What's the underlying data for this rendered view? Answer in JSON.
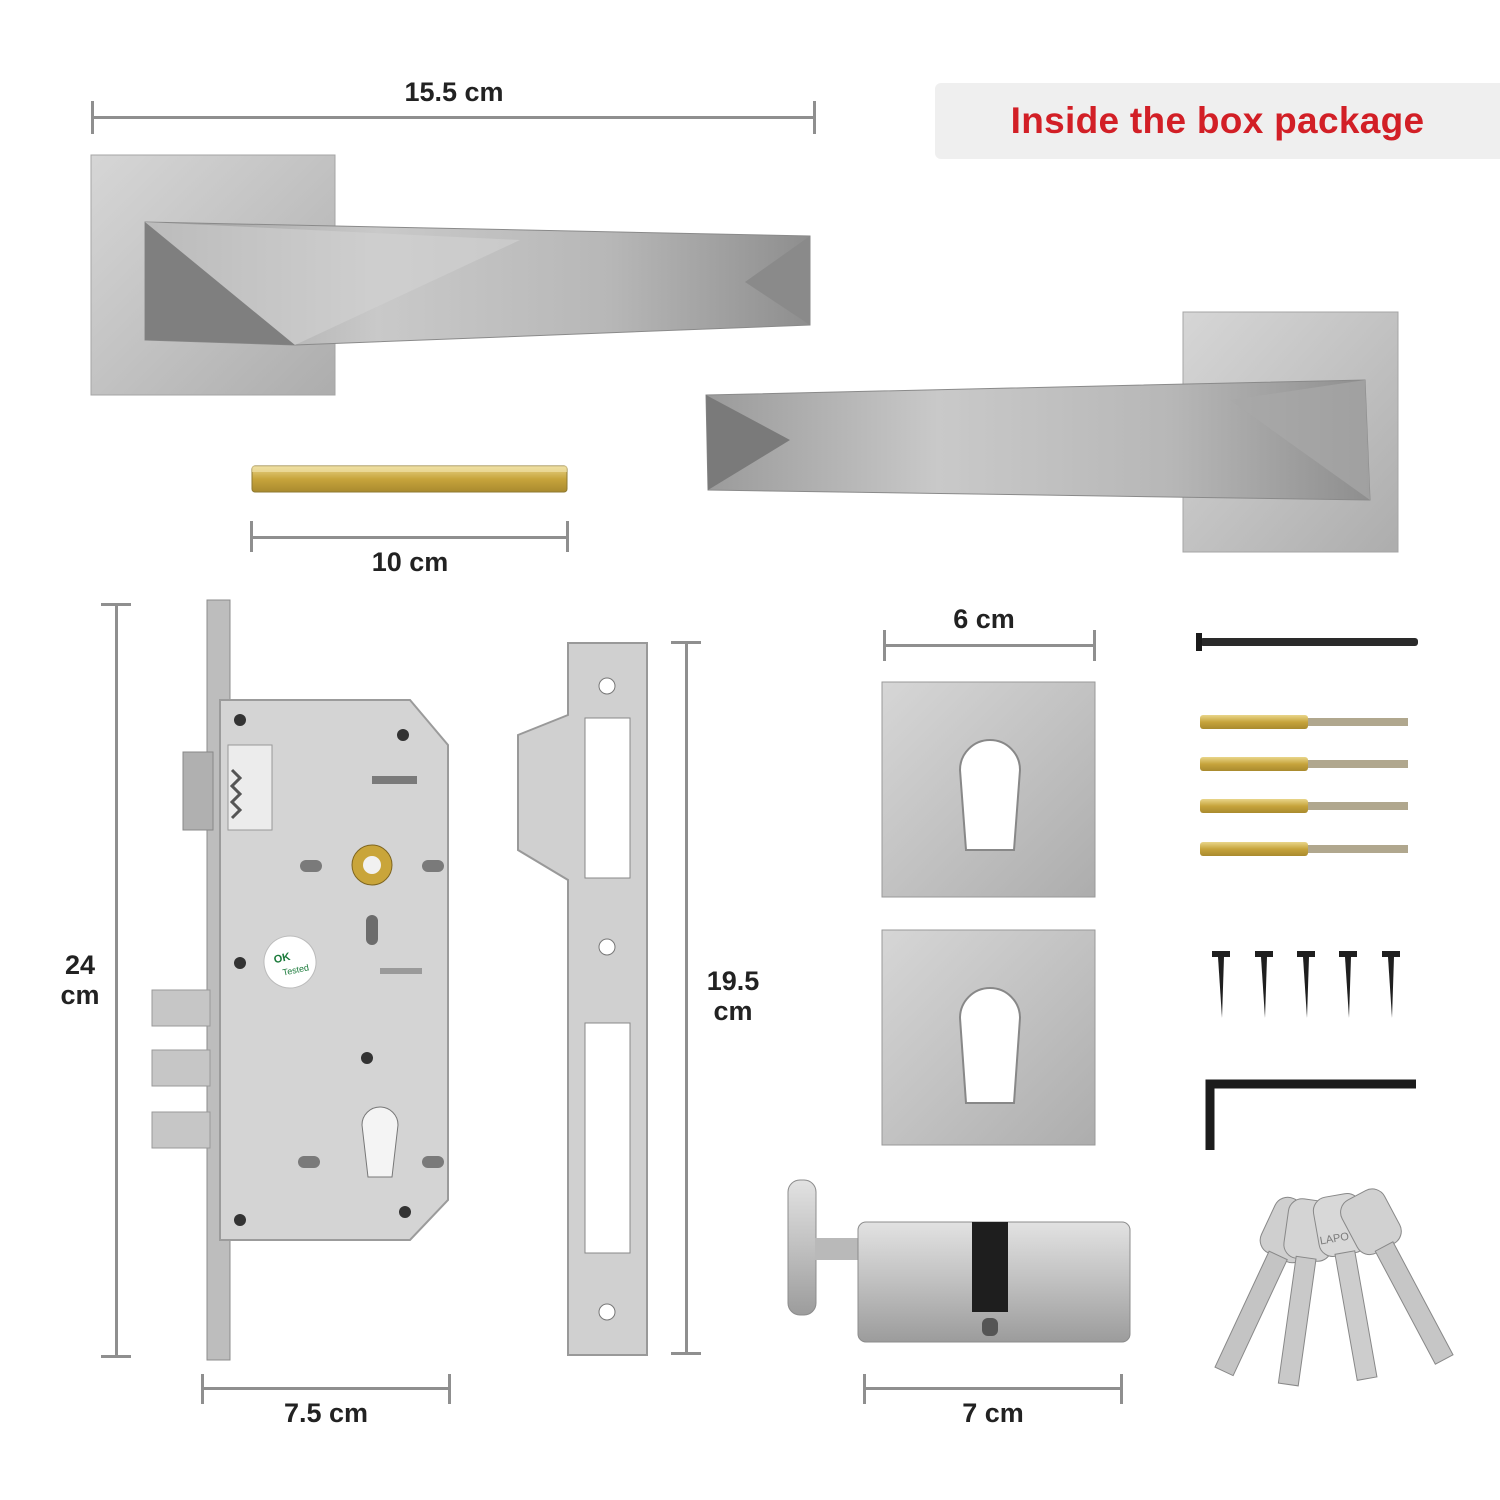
{
  "header": {
    "title": "Inside the box package"
  },
  "dimensions": {
    "handle_length": "15.5 cm",
    "spindle_length": "10 cm",
    "lock_body_height": "24 cm",
    "lock_body_width": "7.5 cm",
    "strike_plate_height": "19.5 cm",
    "escutcheon_width": "6 cm",
    "cylinder_length": "7 cm"
  },
  "lock_body": {
    "sticker_line1": "OK",
    "sticker_line2": "Tested"
  },
  "keys": {
    "brand": "LAPO"
  },
  "colors": {
    "title": "#d21f26",
    "badge_bg": "#efefef",
    "dimension_lines": "#8f8f8f",
    "metal": "#c4c4c4"
  }
}
